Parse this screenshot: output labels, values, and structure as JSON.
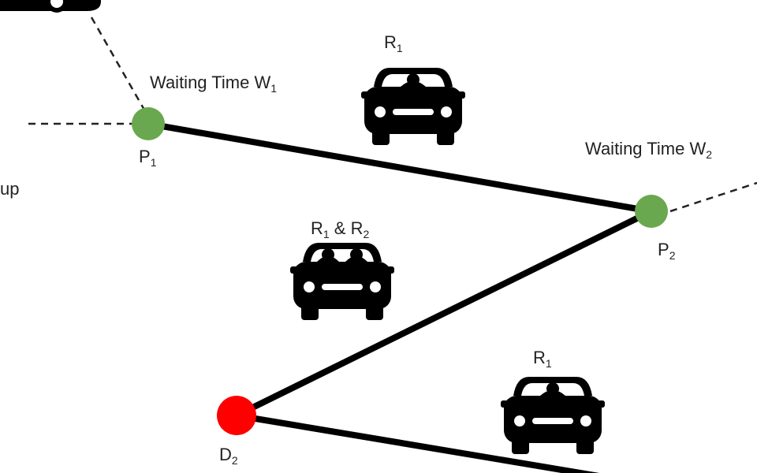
{
  "colors": {
    "route": "#000000",
    "dashed": "#222222",
    "pickup_node": "#6aa84f",
    "dropoff_node": "#ff0000",
    "car": "#000000"
  },
  "labels": {
    "waiting_w1": {
      "main": "Waiting Time W",
      "sub": "1"
    },
    "waiting_w2": {
      "main": "Waiting Time W",
      "sub": "2"
    },
    "p1": {
      "main": "P",
      "sub": "1"
    },
    "p2": {
      "main": "P",
      "sub": "2"
    },
    "d2": {
      "main": "D",
      "sub": "2"
    },
    "pickup_partial": "up",
    "car_top": {
      "r1_main": "R",
      "r1_sub": "1"
    },
    "car_middle": {
      "r1_main": "R",
      "r1_sub": "1",
      "amp": " & ",
      "r2_main": "R",
      "r2_sub": "2"
    },
    "car_bottom": {
      "r1_main": "R",
      "r1_sub": "1"
    }
  },
  "icons": [
    "car-icon",
    "car-with-one-rider-icon",
    "car-with-two-riders-icon"
  ]
}
